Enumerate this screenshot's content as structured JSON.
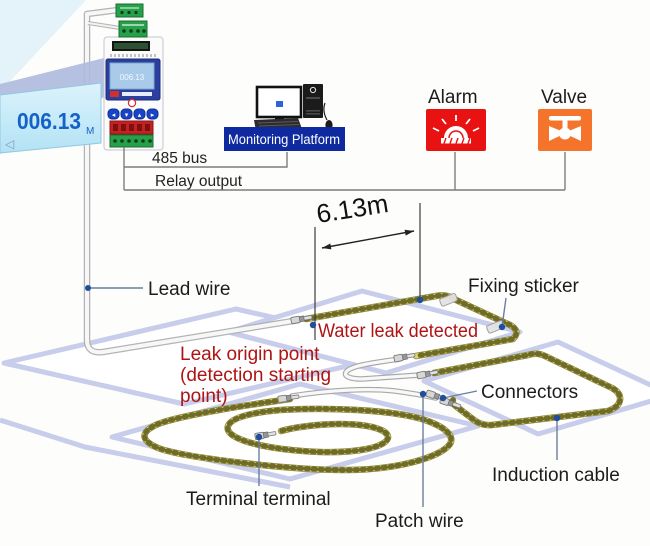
{
  "diagram": {
    "title_hint": "Water leak location detection system diagram",
    "display_box": {
      "value": "006.13",
      "unit": "M"
    },
    "controller": {
      "lcd_value": "006.13"
    },
    "monitoring_platform_label": "Monitoring Platform",
    "outputs": {
      "alarm_label": "Alarm",
      "valve_label": "Valve"
    },
    "wiring": {
      "bus_label": "485 bus",
      "relay_label": "Relay output"
    },
    "measurement": {
      "distance": "6.13m"
    },
    "labels": {
      "lead_wire": "Lead wire",
      "fixing_sticker": "Fixing sticker",
      "water_leak_detected": "Water leak detected",
      "leak_origin_line1": "Leak origin point",
      "leak_origin_line2": "(detection starting",
      "leak_origin_line3": "point)",
      "connectors": "Connectors",
      "induction_cable": "Induction cable",
      "terminal_terminal": "Terminal terminal",
      "patch_wire": "Patch wire"
    },
    "colors": {
      "alarm_red": "#e81212",
      "valve_orange": "#f4742c",
      "platform_blue": "#0f2aa0",
      "cable_yellow": "#ded66e",
      "cable_dark": "#6f6b28",
      "warning_red": "#ae1414",
      "display_blue": "#1461c8",
      "floor_line": "#c7cdea",
      "marker_blue": "#1f4e9c"
    },
    "icons": {
      "alarm-siren-icon": "siren dome with rays",
      "valve-icon": "gate valve with handle",
      "speaker-icon": "◁",
      "monitor-icon": "desktop monitor",
      "tower-icon": "pc tower",
      "keyboard-icon": "keyboard",
      "mouse-icon": "mouse"
    }
  }
}
